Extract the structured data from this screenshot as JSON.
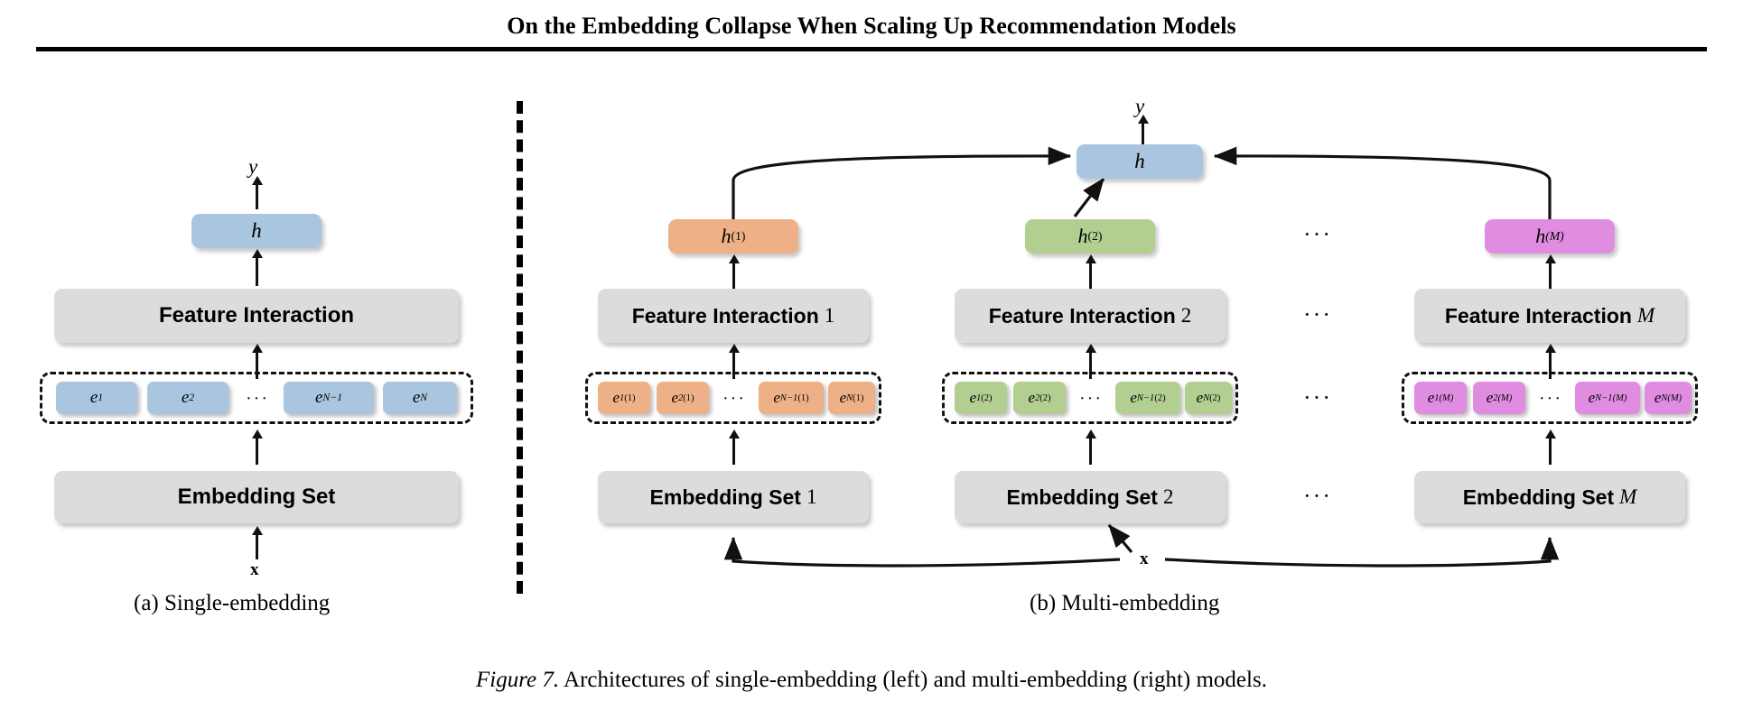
{
  "header": {
    "paper_title": "On the Embedding Collapse When Scaling Up Recommendation Models"
  },
  "figure": {
    "caption_number": "Figure 7.",
    "caption_text": " Architectures of single-embedding (left) and multi-embedding (right) models.",
    "ellipsis": "···"
  },
  "colors": {
    "blue": "#a9c5e0",
    "gray": "#dcdcdc",
    "orange": "#eeb086",
    "green": "#b2ce90",
    "magenta": "#e08ce0",
    "stroke": "#111111",
    "background": "#ffffff"
  },
  "panel_a": {
    "caption": "(a) Single-embedding",
    "output_label": "y",
    "input_label": "x",
    "head_box": "h",
    "feature_interaction_box": "Feature Interaction",
    "embedding_set_box": "Embedding Set",
    "embeddings": [
      {
        "base": "e",
        "sub": "1"
      },
      {
        "base": "e",
        "sub": "2"
      },
      {
        "base": "e",
        "sub": "N−1"
      },
      {
        "base": "e",
        "sub": "N"
      }
    ]
  },
  "panel_b": {
    "caption": "(b) Multi-embedding",
    "output_label": "y",
    "input_label": "x",
    "head_box": "h",
    "branches": [
      {
        "color": "orange",
        "head_base": "h",
        "head_sup": "(1)",
        "feature_interaction_label": "Feature Interaction",
        "feature_interaction_index": "1",
        "embedding_set_label": "Embedding Set",
        "embedding_set_index": "1",
        "embeddings": [
          {
            "base": "e",
            "sub": "1",
            "sup": "(1)"
          },
          {
            "base": "e",
            "sub": "2",
            "sup": "(1)"
          },
          {
            "base": "e",
            "sub": "N−1",
            "sup": "(1)"
          },
          {
            "base": "e",
            "sub": "N",
            "sup": "(1)"
          }
        ]
      },
      {
        "color": "green",
        "head_base": "h",
        "head_sup": "(2)",
        "feature_interaction_label": "Feature Interaction",
        "feature_interaction_index": "2",
        "embedding_set_label": "Embedding Set",
        "embedding_set_index": "2",
        "embeddings": [
          {
            "base": "e",
            "sub": "1",
            "sup": "(2)"
          },
          {
            "base": "e",
            "sub": "2",
            "sup": "(2)"
          },
          {
            "base": "e",
            "sub": "N−1",
            "sup": "(2)"
          },
          {
            "base": "e",
            "sub": "N",
            "sup": "(2)"
          }
        ]
      },
      {
        "color": "magenta",
        "head_base": "h",
        "head_sup": "(M)",
        "feature_interaction_label": "Feature Interaction",
        "feature_interaction_index": "M",
        "embedding_set_label": "Embedding Set",
        "embedding_set_index": "M",
        "embeddings": [
          {
            "base": "e",
            "sub": "1",
            "sup": "(M)"
          },
          {
            "base": "e",
            "sub": "2",
            "sup": "(M)"
          },
          {
            "base": "e",
            "sub": "N−1",
            "sup": "(M)"
          },
          {
            "base": "e",
            "sub": "N",
            "sup": "(M)"
          }
        ]
      }
    ]
  }
}
